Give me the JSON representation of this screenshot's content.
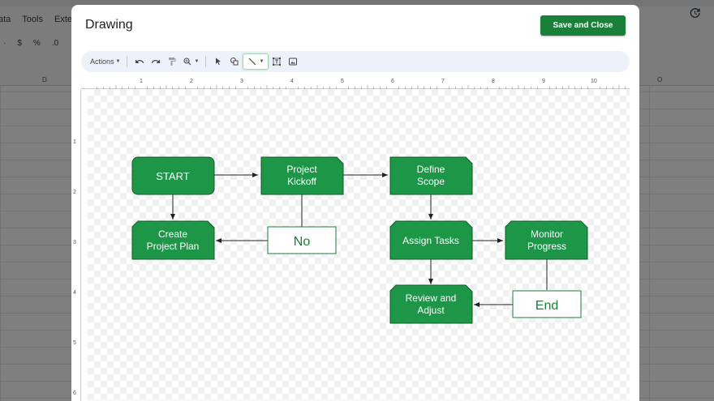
{
  "background": {
    "menu": [
      "ata",
      "Tools",
      "Extensi"
    ],
    "tool_symbols": [
      "$",
      "%",
      ".0"
    ],
    "columns": [
      "D",
      "O"
    ]
  },
  "dialog": {
    "title": "Drawing",
    "save_label": "Save and Close"
  },
  "toolbar": {
    "actions_label": "Actions",
    "icons": [
      "undo-icon",
      "redo-icon",
      "paint-format-icon",
      "zoom-icon",
      "select-icon",
      "shape-icon",
      "line-icon",
      "text-box-icon",
      "image-icon"
    ]
  },
  "ruler": {
    "horizontal": [
      "1",
      "2",
      "3",
      "4",
      "5",
      "6",
      "7",
      "8",
      "9",
      "10"
    ],
    "vertical": [
      "1",
      "2",
      "3",
      "4",
      "5",
      "6"
    ]
  },
  "flowchart": {
    "colors": {
      "fill": "#1e9648",
      "stroke": "#0f5c28",
      "outline": "#188038"
    },
    "nodes": {
      "start": "START",
      "kickoff": [
        "Project",
        "Kickoff"
      ],
      "define": [
        "Define",
        "Scope"
      ],
      "create": [
        "Create",
        "Project Plan"
      ],
      "no": "No",
      "assign": "Assign Tasks",
      "monitor": [
        "Monitor",
        "Progress"
      ],
      "review": [
        "Review and",
        "Adjust"
      ],
      "end": "End"
    }
  }
}
